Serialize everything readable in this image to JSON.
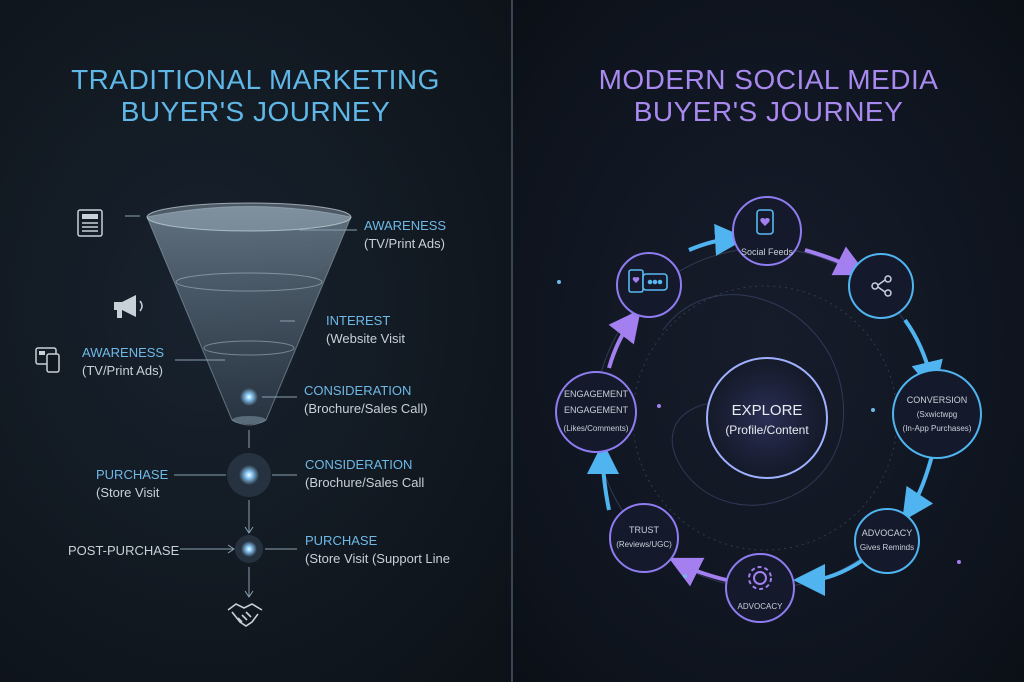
{
  "left": {
    "title_line1": "TRADITIONAL MARKETING",
    "title_line2": "BUYER'S JOURNEY",
    "stages": [
      {
        "title": "AWARENESS",
        "sub": "(TV/Print Ads)"
      },
      {
        "title": "INTEREST",
        "sub": "(Website Visit"
      },
      {
        "title": "AWARENESS",
        "sub": "(TV/Print Ads)"
      },
      {
        "title": "CONSIDERATION",
        "sub": "(Brochure/Sales Call)"
      },
      {
        "title": "PURCHASE",
        "sub": "(Store Visit"
      },
      {
        "title": "CONSIDERATION",
        "sub": "(Brochure/Sales Call"
      },
      {
        "title": "POST-PURCHASE",
        "sub": ""
      },
      {
        "title": "PURCHASE",
        "sub": "(Store Visit (Support Line"
      }
    ],
    "icons": [
      "newspaper-icon",
      "megaphone-icon",
      "devices-icon",
      "handshake-icon"
    ]
  },
  "right": {
    "title_line1": "MODERN SOCIAL MEDIA",
    "title_line2": "BUYER'S JOURNEY",
    "center": {
      "title": "EXPLORE",
      "sub": "(Profile/Content"
    },
    "nodes": [
      {
        "title": "",
        "sub": "Social Feeds",
        "icon": "phone-heart-icon"
      },
      {
        "title": "",
        "sub": "",
        "icon": "share-icon"
      },
      {
        "title": "CONVERSION",
        "sub": "(Sxwictwpg",
        "sub2": "(In-App Purchases)"
      },
      {
        "title": "ADVOCACY",
        "sub": "Gives Reminds"
      },
      {
        "title": "",
        "sub": "ADVOCACY",
        "icon": "gear-icon"
      },
      {
        "title": "TRUST",
        "sub": "(Reviews/UGC)"
      },
      {
        "title": "ENGAGEMENT",
        "title2": "ENGAGEMENT",
        "sub": "(Likes/Comments)"
      },
      {
        "title": "",
        "sub": "",
        "icon": "chat-heart-icon"
      }
    ]
  },
  "colors": {
    "blue_accent": "#5fb7e8",
    "purple_accent": "#a889f0"
  }
}
